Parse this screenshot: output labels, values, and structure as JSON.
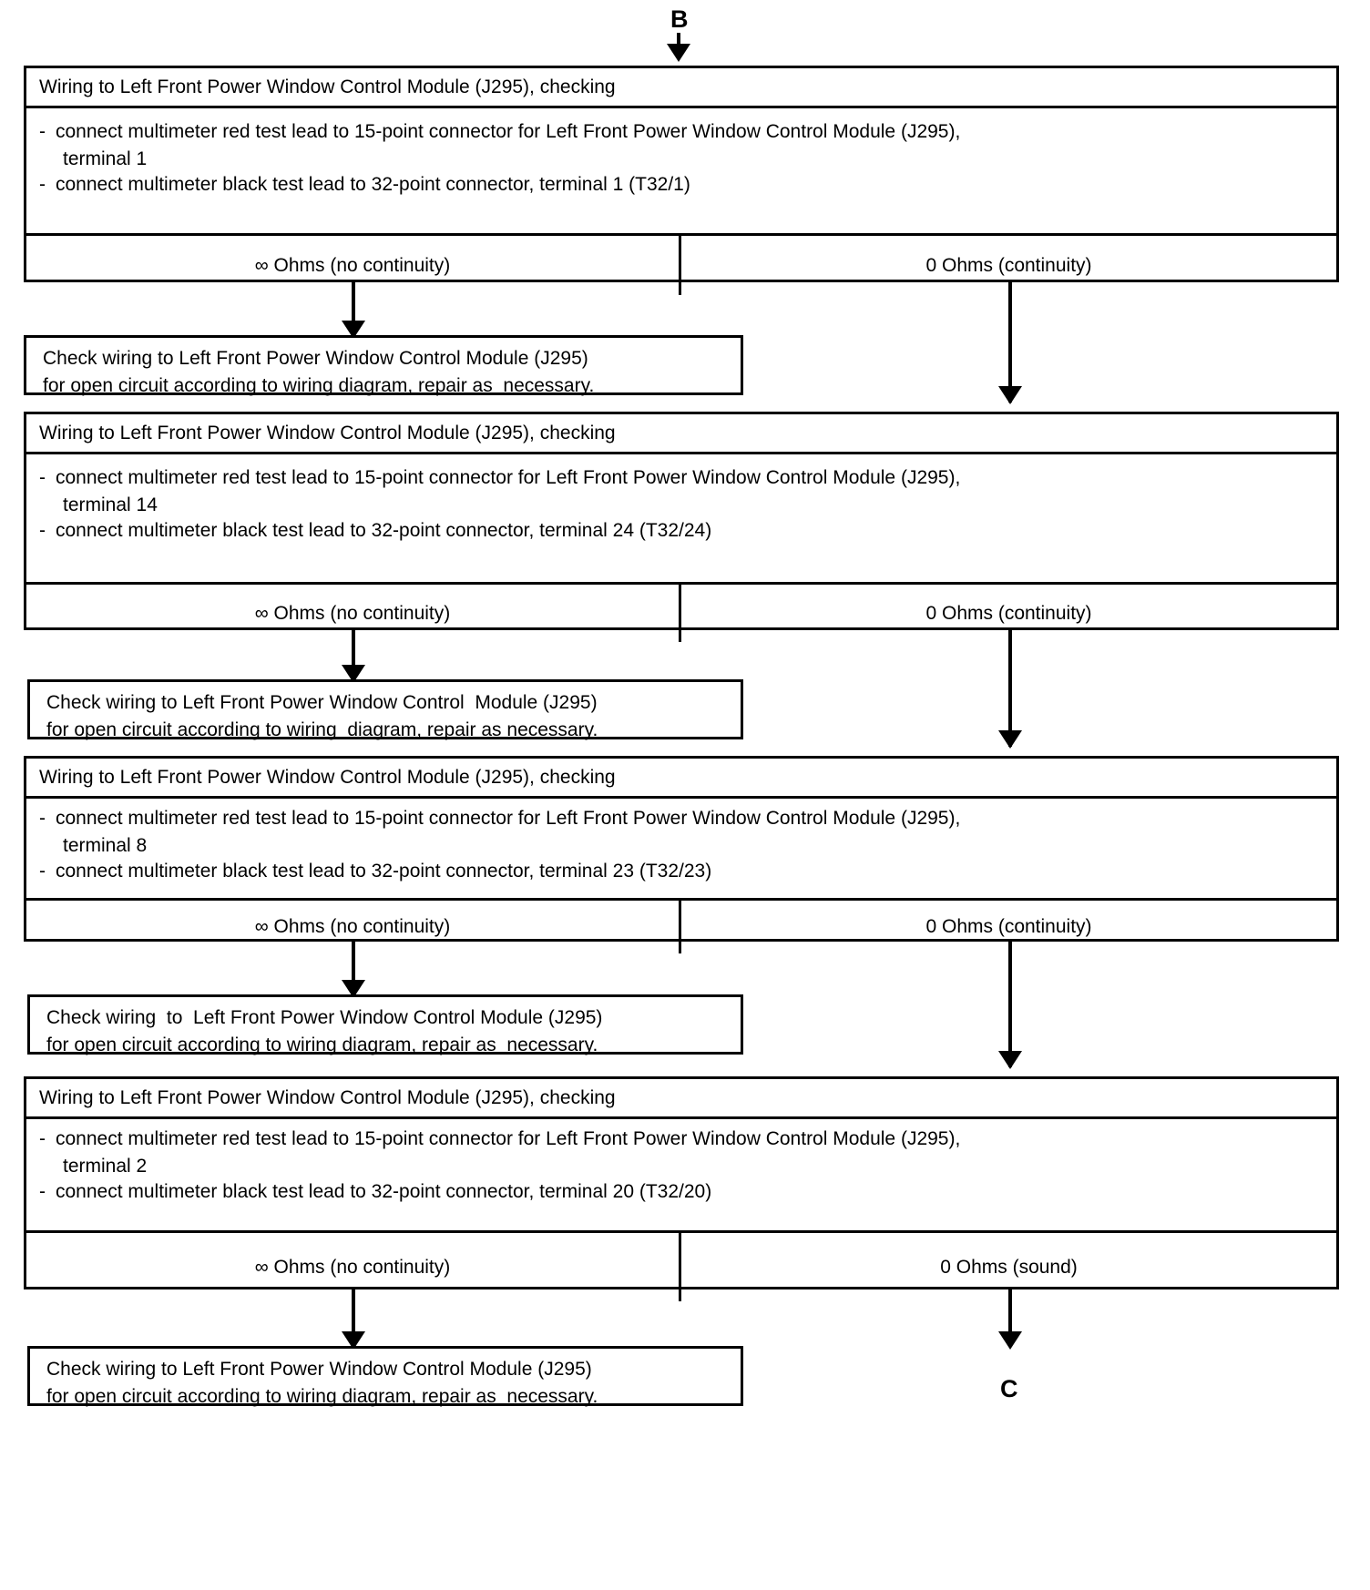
{
  "diagram": {
    "title": "Wiring to Left Front Power Window Control Module (J295) continuity test flowchart",
    "entry_connector": "B",
    "exit_connector": "C",
    "common_title": "Wiring to Left Front Power Window Control Module (J295), checking",
    "steps": [
      {
        "title": "Wiring to Left Front Power Window Control Module (J295), checking",
        "bullet1_line1": "connect multimeter red test lead to 15-point connector for Left Front Power Window Control  Module (J295),",
        "bullet1_line2": "terminal 1",
        "bullet2": "connect multimeter black test lead to 32-point connector, terminal 1 (T32/1)",
        "dash": "-",
        "result_left": "∞ Ohms  (no continuity)",
        "result_right": "0 Ohms  (continuity)",
        "action_line1": "Check wiring to Left Front Power Window Control Module (J295)",
        "action_line2": "for open circuit according to wiring diagram, repair as  necessary."
      },
      {
        "title": "Wiring to Left Front Power Window Control Module (J295), checking",
        "bullet1_line1": "connect multimeter red test lead to 15-point connector for Left Front Power Window Control  Module (J295),",
        "bullet1_line2": "terminal 14",
        "bullet2": "connect multimeter black test lead to 32-point connector, terminal 24 (T32/24)",
        "dash": "-",
        "result_left": "∞ Ohms  (no continuity)",
        "result_right": "0 Ohms  (continuity)",
        "action_line1": "Check wiring to Left Front Power Window Control  Module (J295)",
        "action_line2": "for open circuit according to wiring  diagram, repair as necessary."
      },
      {
        "title": "Wiring to Left Front Power Window Control Module (J295), checking",
        "bullet1_line1": "connect multimeter red test lead to 15-point connector for Left Front Power Window Control Module (J295),",
        "bullet1_line2": "terminal 8",
        "bullet2": "connect multimeter black test lead to 32-point connector, terminal 23 (T32/23)",
        "dash": "-",
        "result_left": "∞ Ohms  (no continuity)",
        "result_right": "0 Ohms  (continuity)",
        "action_line1": "Check wiring  to  Left Front Power Window Control Module (J295)",
        "action_line2": "for open circuit according to wiring diagram, repair as  necessary."
      },
      {
        "title": "Wiring to Left Front Power Window Control Module (J295), checking",
        "bullet1_line1": "connect multimeter red test lead to 15-point connector for Left Front Power Window Control Module (J295),",
        "bullet1_line2": "terminal 2",
        "bullet2": "connect multimeter black test lead to 32-point connector, terminal 20 (T32/20)",
        "dash": "-",
        "result_left": "∞ Ohms  (no continuity)",
        "result_right": "0 Ohms  (sound)",
        "action_line1": "Check wiring to Left Front Power Window Control Module (J295)",
        "action_line2": "for open circuit according to wiring diagram, repair as  necessary."
      }
    ],
    "colors": {
      "line": "#000000",
      "background": "#ffffff",
      "text": "#000000"
    }
  }
}
